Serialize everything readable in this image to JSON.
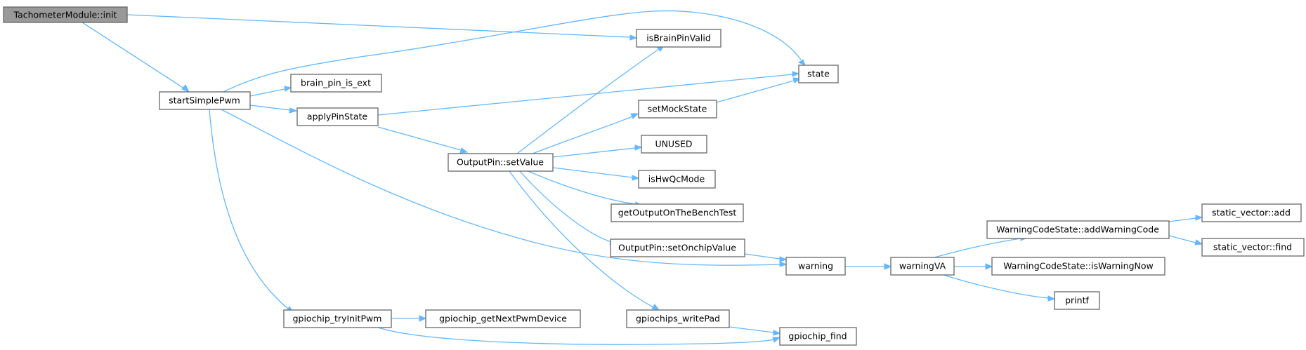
{
  "colors": {
    "edge": "#63b8ff",
    "node_border": "#666666",
    "root_fill": "#999999",
    "node_fill": "#ffffff"
  },
  "nodes": {
    "root": "TachometerModule::init",
    "startSimplePwm": "startSimplePwm",
    "isBrainPinValid": "isBrainPinValid",
    "state": "state",
    "brain_pin_is_ext": "brain_pin_is_ext",
    "applyPinState": "applyPinState",
    "outputPinSetValue": "OutputPin::setValue",
    "setMockState": "setMockState",
    "unused": "UNUSED",
    "isHwQcMode": "isHwQcMode",
    "getOutputOnTheBenchTest": "getOutputOnTheBenchTest",
    "outputPinSetOnchipValue": "OutputPin::setOnchipValue",
    "warning": "warning",
    "warningVA": "warningVA",
    "addWarningCode": "WarningCodeState::addWarningCode",
    "staticVectorAdd": "static_vector::add",
    "staticVectorFind": "static_vector::find",
    "isWarningNow": "WarningCodeState::isWarningNow",
    "printf": "printf",
    "gpiochipTryInitPwm": "gpiochip_tryInitPwm",
    "gpiochipGetNextPwmDevice": "gpiochip_getNextPwmDevice",
    "gpiochipsWritePad": "gpiochips_writePad",
    "gpiochipFind": "gpiochip_find"
  },
  "edges": [
    [
      "root",
      "startSimplePwm"
    ],
    [
      "root",
      "isBrainPinValid"
    ],
    [
      "startSimplePwm",
      "state"
    ],
    [
      "startSimplePwm",
      "brain_pin_is_ext"
    ],
    [
      "startSimplePwm",
      "applyPinState"
    ],
    [
      "startSimplePwm",
      "warning"
    ],
    [
      "startSimplePwm",
      "gpiochipTryInitPwm"
    ],
    [
      "applyPinState",
      "state"
    ],
    [
      "applyPinState",
      "outputPinSetValue"
    ],
    [
      "outputPinSetValue",
      "isBrainPinValid"
    ],
    [
      "outputPinSetValue",
      "setMockState"
    ],
    [
      "outputPinSetValue",
      "unused"
    ],
    [
      "outputPinSetValue",
      "isHwQcMode"
    ],
    [
      "outputPinSetValue",
      "getOutputOnTheBenchTest"
    ],
    [
      "outputPinSetValue",
      "outputPinSetOnchipValue"
    ],
    [
      "outputPinSetValue",
      "gpiochipsWritePad"
    ],
    [
      "setMockState",
      "state"
    ],
    [
      "outputPinSetOnchipValue",
      "warning"
    ],
    [
      "warning",
      "warningVA"
    ],
    [
      "warningVA",
      "addWarningCode"
    ],
    [
      "warningVA",
      "isWarningNow"
    ],
    [
      "warningVA",
      "printf"
    ],
    [
      "addWarningCode",
      "staticVectorAdd"
    ],
    [
      "addWarningCode",
      "staticVectorFind"
    ],
    [
      "gpiochipTryInitPwm",
      "gpiochipGetNextPwmDevice"
    ],
    [
      "gpiochipTryInitPwm",
      "gpiochipFind"
    ],
    [
      "gpiochipsWritePad",
      "gpiochipFind"
    ]
  ]
}
